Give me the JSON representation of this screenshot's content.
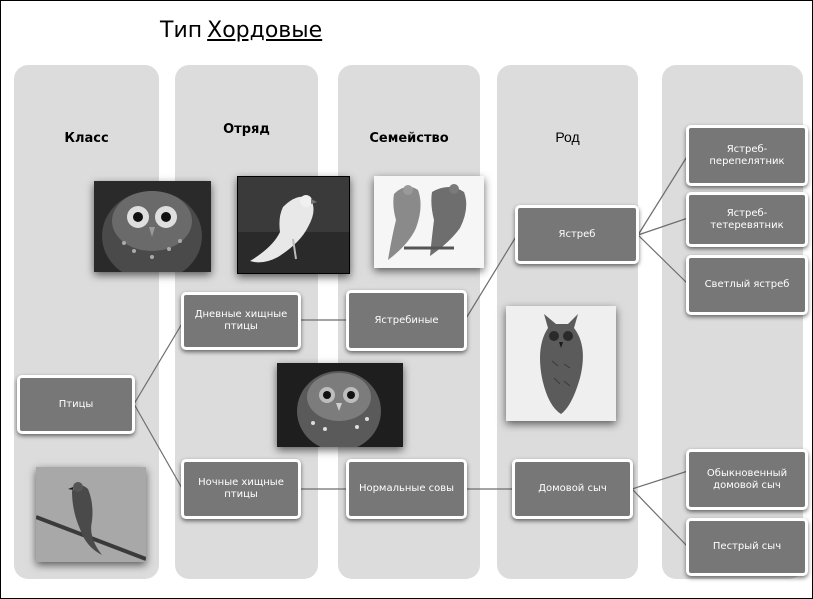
{
  "title": {
    "prefix": "Тип",
    "main": "Хордовые"
  },
  "columns": {
    "class": "Класс",
    "order": "Отряд",
    "family": "Семейство",
    "genus": "Род"
  },
  "nodes": {
    "birds": "Птицы",
    "day_raptors": "Дневные хищные птицы",
    "night_raptors": "Ночные хищные птицы",
    "hawk_family": "Ястребиные",
    "owl_family": "Нормальные совы",
    "hawk_genus": "Ястреб",
    "owl_genus": "Домовой сыч",
    "sparrowhawk": "Ястреб-перепелятник",
    "goshawk": "Ястреб-тетеревятник",
    "pale_hawk": "Светлый  ястреб",
    "little_owl": "Обыкновенный домовой сыч",
    "spotted_owlet": "Пестрый сыч"
  },
  "photos": [
    "burrowing-owl-photo",
    "white-hawk-photo",
    "hawk-drawing-photo",
    "owl-photo",
    "eagle-owl-photo",
    "hawk-on-branch-photo"
  ]
}
